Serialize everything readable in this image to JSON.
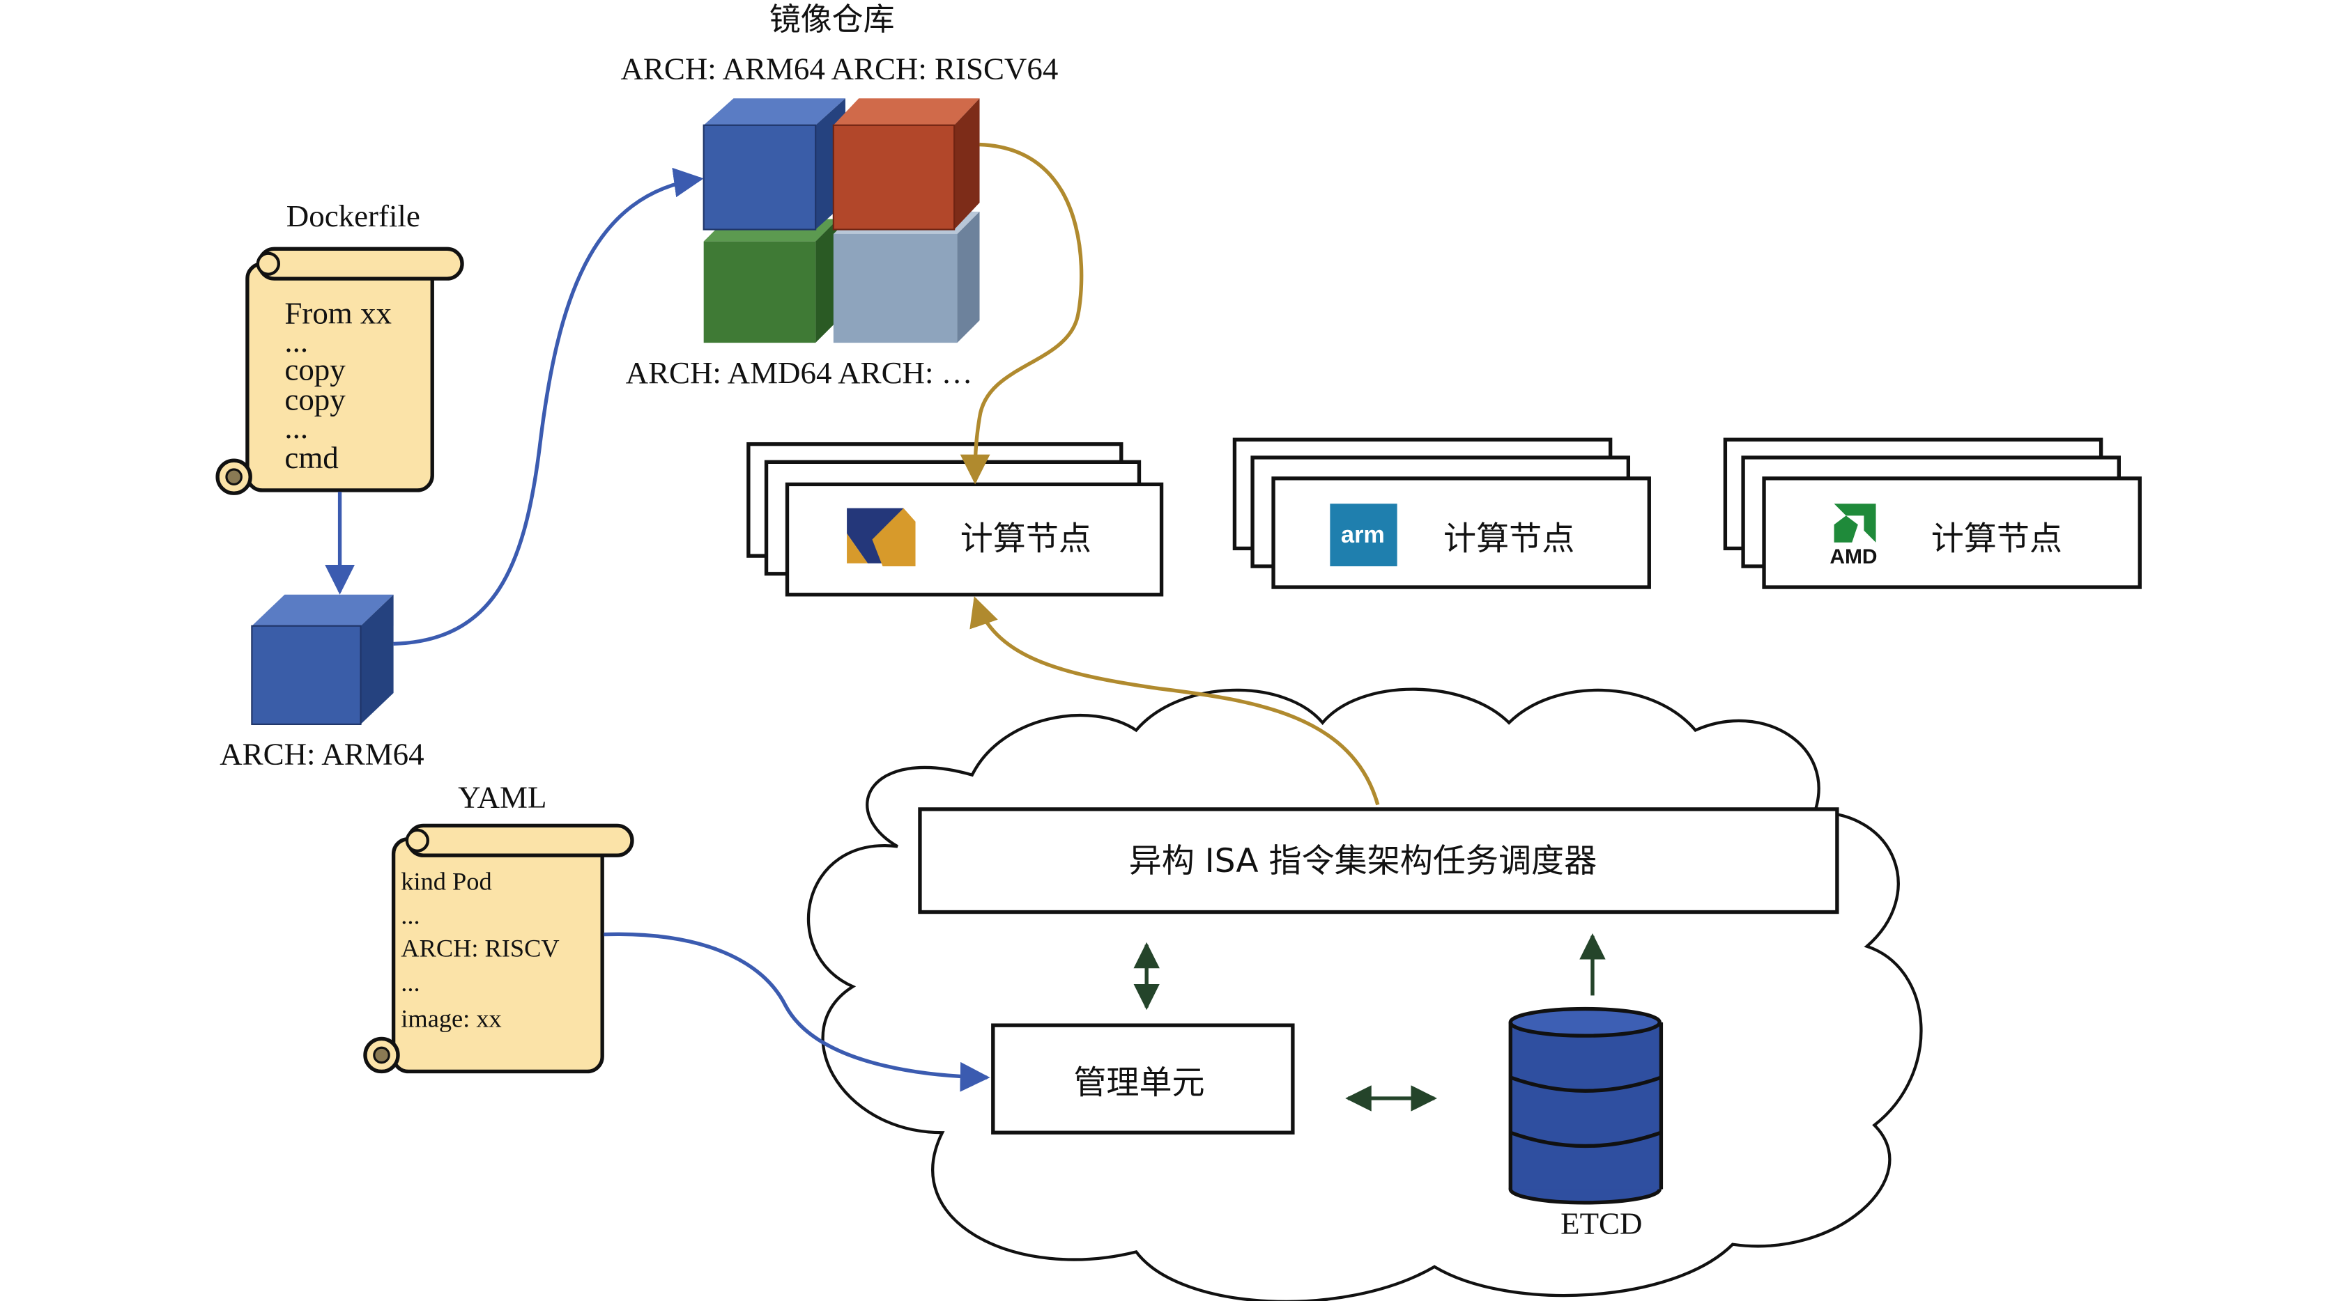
{
  "repository": {
    "title": "镜像仓库",
    "top_arch": "ARCH: ARM64 ARCH: RISCV64",
    "bottom_arch": "ARCH: AMD64 ARCH: …",
    "cube_colors": [
      "#3a5da8",
      "#b2472a",
      "#3f7a35",
      "#8ea4bd"
    ]
  },
  "dockerfile": {
    "title": "Dockerfile",
    "lines": [
      "From xx",
      "...",
      "copy",
      "copy",
      "...",
      "cmd"
    ]
  },
  "built_image": {
    "arch": "ARCH: ARM64",
    "color": "#3a5da8"
  },
  "yaml": {
    "title": "YAML",
    "lines": [
      "kind Pod",
      "...",
      "ARCH: RISCV",
      "...",
      "image: xx"
    ]
  },
  "compute_nodes": [
    {
      "logo": "riscv-logo",
      "label": "计算节点"
    },
    {
      "logo": "arm-logo",
      "logo_text": "arm",
      "label": "计算节点"
    },
    {
      "logo": "amd-logo",
      "logo_text": "AMD",
      "label": "计算节点"
    }
  ],
  "cloud": {
    "scheduler": "异构 ISA 指令集架构任务调度器",
    "manager": "管理单元",
    "etcd": "ETCD"
  },
  "colors": {
    "blue_arrow": "#3b5bb0",
    "gold_arrow": "#b08a2e",
    "green_arrow": "#24442a",
    "scroll_fill": "#fbe3a8",
    "db_fill": "#2f4fa0",
    "arm_bg": "#1f7fae",
    "amd_green": "#1f8a3a"
  }
}
